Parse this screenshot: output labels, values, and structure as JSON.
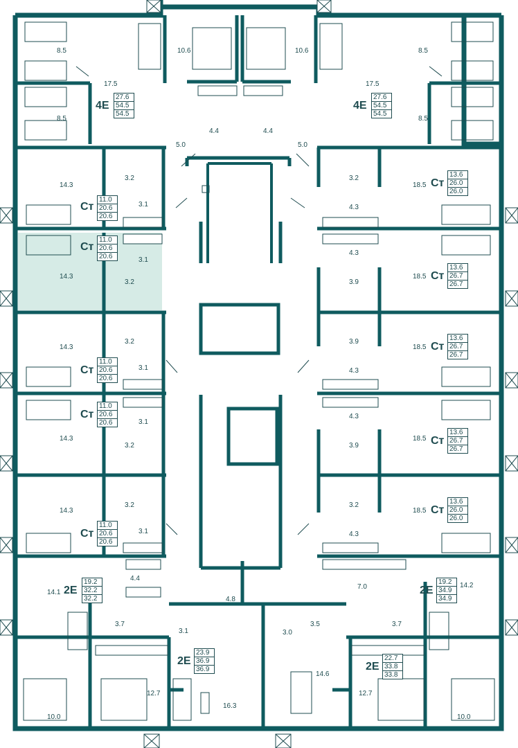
{
  "colors": {
    "wall": "#0f5b5f",
    "line": "#1e4b4f",
    "highlight": "#d6ebe6",
    "background": "#ffffff"
  },
  "apartments": [
    {
      "code": "4E",
      "areas": [
        "27.6",
        "54.5",
        "54.5"
      ]
    },
    {
      "code": "4E",
      "areas": [
        "27.6",
        "54.5",
        "54.5"
      ]
    },
    {
      "code": "Ст",
      "areas": [
        "11.0",
        "20.6",
        "20.6"
      ]
    },
    {
      "code": "Ст",
      "areas": [
        "11.0",
        "20.6",
        "20.6"
      ],
      "highlighted": true
    },
    {
      "code": "Ст",
      "areas": [
        "11.0",
        "20.6",
        "20.6"
      ]
    },
    {
      "code": "Ст",
      "areas": [
        "11.0",
        "20.6",
        "20.6"
      ]
    },
    {
      "code": "Ст",
      "areas": [
        "11.0",
        "20.6",
        "20.6"
      ]
    },
    {
      "code": "Ст",
      "areas": [
        "13.6",
        "26.0",
        "26.0"
      ]
    },
    {
      "code": "Ст",
      "areas": [
        "13.6",
        "26.7",
        "26.7"
      ]
    },
    {
      "code": "Ст",
      "areas": [
        "13.6",
        "26.7",
        "26.7"
      ]
    },
    {
      "code": "Ст",
      "areas": [
        "13.6",
        "26.7",
        "26.7"
      ]
    },
    {
      "code": "Ст",
      "areas": [
        "13.6",
        "26.0",
        "26.0"
      ]
    },
    {
      "code": "2E",
      "areas": [
        "19.2",
        "32.2",
        "32.2"
      ]
    },
    {
      "code": "2E",
      "areas": [
        "23.9",
        "36.9",
        "36.9"
      ]
    },
    {
      "code": "2E",
      "areas": [
        "22.7",
        "33.8",
        "33.8"
      ]
    },
    {
      "code": "2E",
      "areas": [
        "19.2",
        "34.9",
        "34.9"
      ]
    }
  ],
  "room_labels": [
    "8.5",
    "10.6",
    "10.6",
    "8.5",
    "17.5",
    "17.5",
    "8.5",
    "8.5",
    "5.0",
    "4.4",
    "4.4",
    "5.0",
    "14.3",
    "3.2",
    "3.1",
    "3.2",
    "18.5",
    "4.3",
    "14.3",
    "3.1",
    "3.2",
    "4.3",
    "3.9",
    "18.5",
    "14.3",
    "3.2",
    "3.1",
    "3.9",
    "18.5",
    "4.3",
    "14.3",
    "3.2",
    "3.1",
    "4.3",
    "3.9",
    "18.5",
    "14.3",
    "3.2",
    "3.1",
    "3.2",
    "18.5",
    "4.3",
    "4.4",
    "7.0",
    "14.1",
    "4.8",
    "14.2",
    "3.7",
    "3.5",
    "3.7",
    "3.1",
    "3.0",
    "12.7",
    "16.3",
    "14.6",
    "12.7",
    "10.0",
    "10.0"
  ]
}
